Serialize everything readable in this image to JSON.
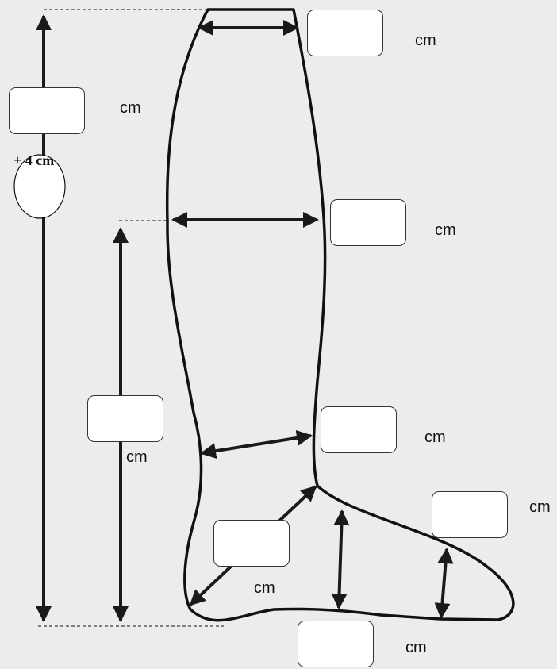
{
  "diagram": {
    "unit": "cm",
    "extra_length_note": "+ 4 cm",
    "fields": [
      {
        "id": "top-circumference",
        "value": ""
      },
      {
        "id": "thigh-circumference",
        "value": ""
      },
      {
        "id": "calf-circumference",
        "value": ""
      },
      {
        "id": "instep-circumference",
        "value": ""
      },
      {
        "id": "forefoot-circumference",
        "value": ""
      },
      {
        "id": "heel-instep-circumference",
        "value": ""
      },
      {
        "id": "foot-length",
        "value": ""
      },
      {
        "id": "total-leg-length",
        "value": ""
      },
      {
        "id": "lower-leg-length",
        "value": ""
      }
    ]
  }
}
